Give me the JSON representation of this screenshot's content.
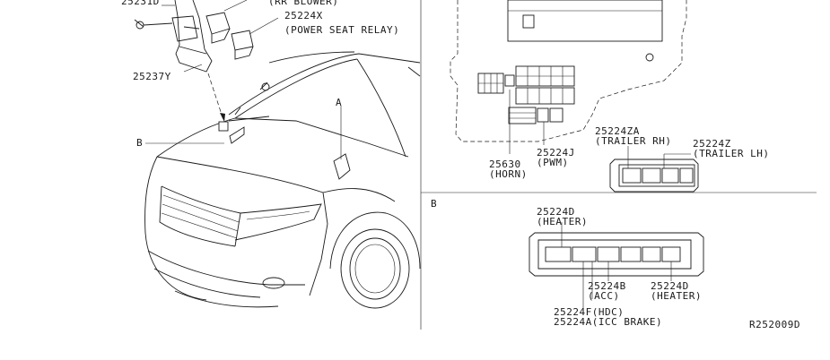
{
  "labels": {
    "top_left_part": "25231D",
    "rr_blower": "(RR BLOWER)",
    "power_seat_part": "25224X",
    "power_seat_relay": "(POWER SEAT RELAY)",
    "bracket_part": "25237Y",
    "callout_a": "A",
    "callout_b": "B",
    "trailer_rh_part": "25224ZA",
    "trailer_rh": "(TRAILER RH)",
    "trailer_lh_part": "25224Z",
    "trailer_lh": "(TRAILER LH)",
    "pwm_part": "25224J",
    "pwm": "(PWM)",
    "horn_part": "25630",
    "horn": "(HORN)",
    "section_b": "B",
    "heater_top_part": "25224D",
    "heater_top": "(HEATER)",
    "acc_part": "25224B",
    "acc": "(ACC)",
    "heater_right_part": "25224D",
    "heater_right": "(HEATER)",
    "hdc": "25224F(HDC)",
    "icc_brake": "25224A(ICC BRAKE)",
    "diagram_id": "R252009D"
  }
}
